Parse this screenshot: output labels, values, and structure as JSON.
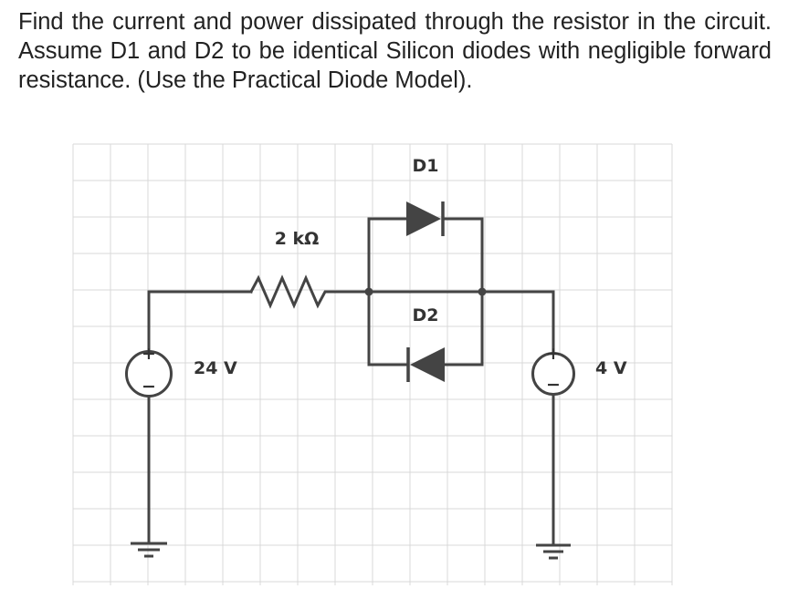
{
  "question": {
    "text": "Find the current and power dissipated through the resistor in the circuit. Assume D1 and D2 to be identical Silicon diodes with negligible forward resistance. (Use the Practical Diode Model)."
  },
  "circuit": {
    "source_left": {
      "label": "24 V",
      "plus": "+",
      "minus": "−"
    },
    "source_right": {
      "label": "4 V",
      "plus": "+",
      "minus": "−"
    },
    "resistor": {
      "label": "2 kΩ"
    },
    "diode_top": {
      "label": "D1"
    },
    "diode_bottom": {
      "label": "D2"
    }
  }
}
